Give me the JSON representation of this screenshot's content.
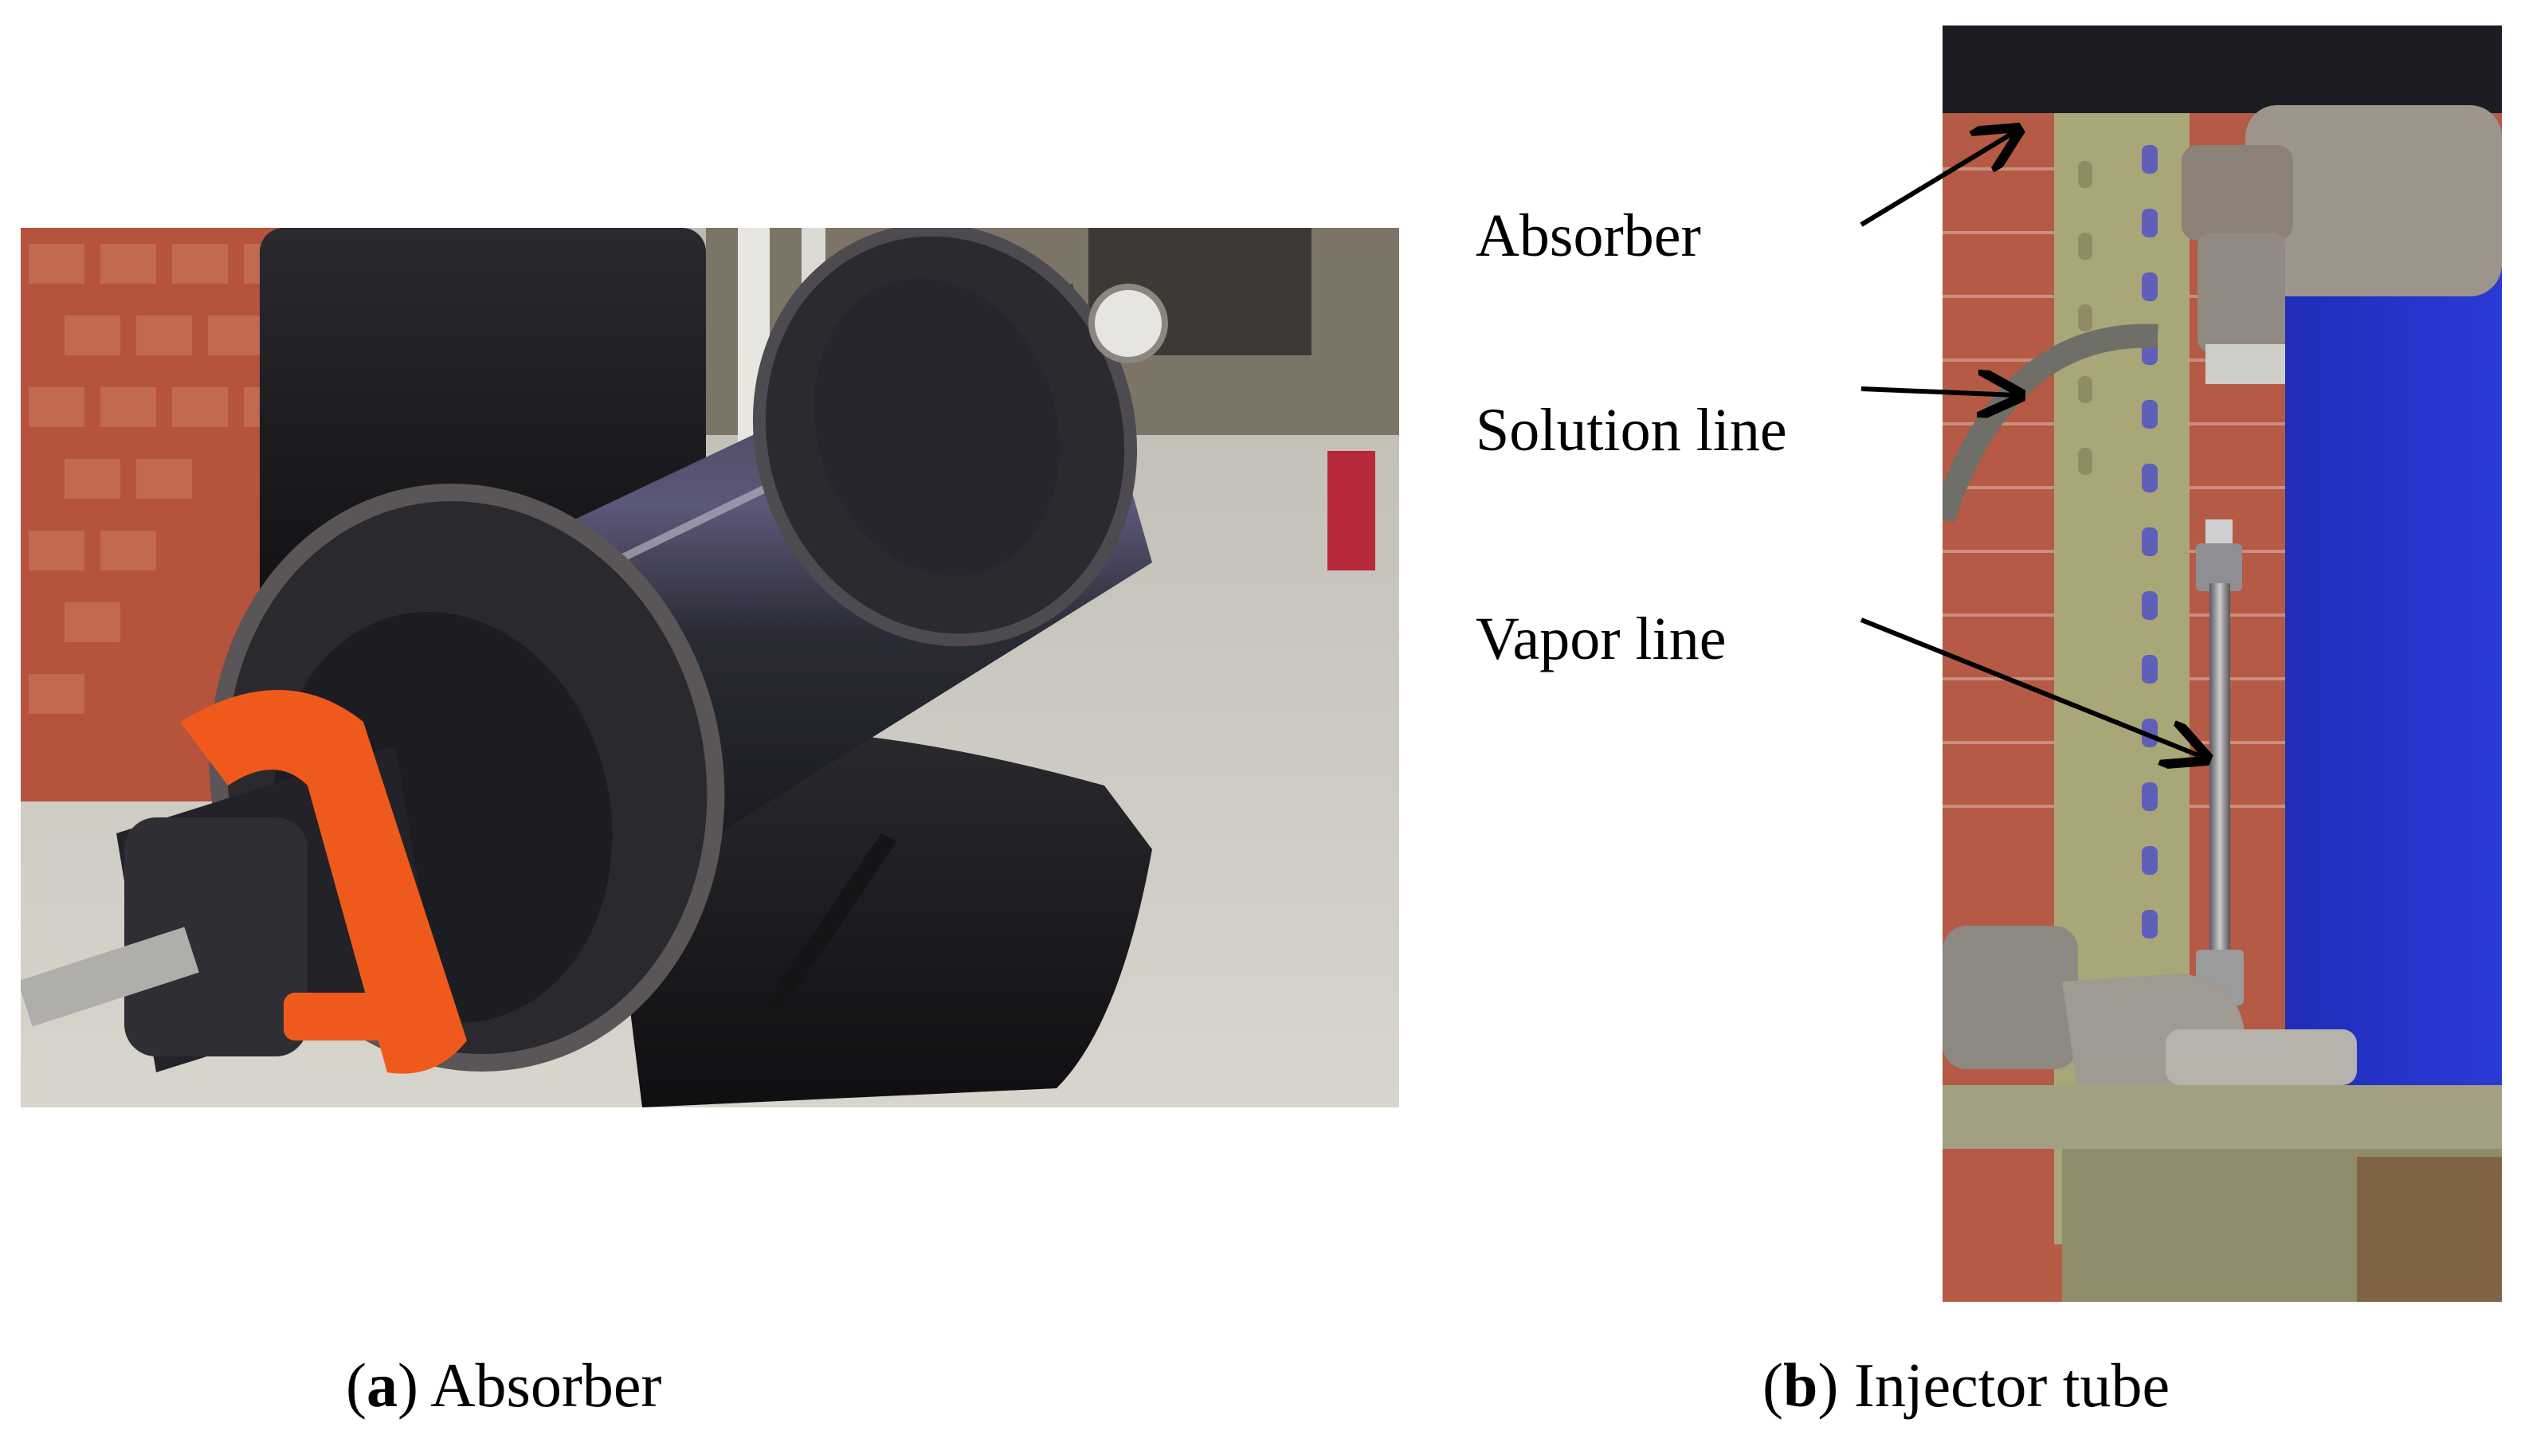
{
  "figure": {
    "panel_a": {
      "letter": "a",
      "caption": "Absorber"
    },
    "panel_b": {
      "letter": "b",
      "caption": "Injector tube",
      "callouts": {
        "absorber": "Absorber",
        "solution_line": "Solution line",
        "vapor_line": "Vapor line"
      }
    }
  },
  "colors": {
    "background": "#ffffff",
    "text": "#000000",
    "brick": "#b5533c",
    "steel_dark": "#1f2026",
    "clamp_orange": "#ef5a1c",
    "panel_blue": "#2330c8",
    "rack_olive": "#a9a677"
  }
}
